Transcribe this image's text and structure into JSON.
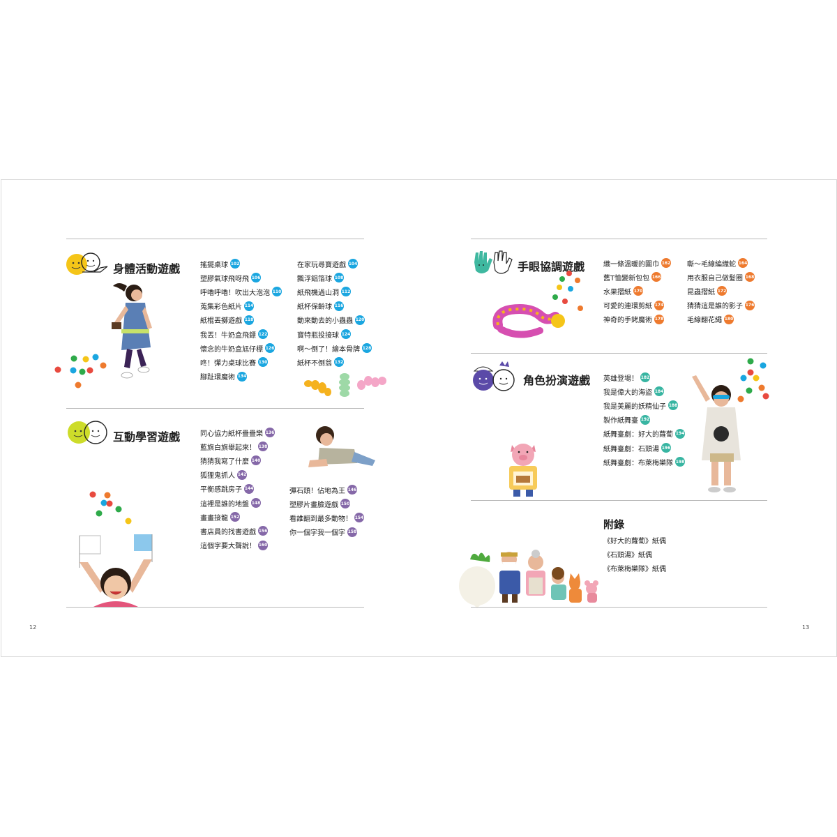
{
  "pages": {
    "left": "12",
    "right": "13"
  },
  "sections": {
    "body": {
      "title": "身體活動遊戲",
      "col1": [
        {
          "label": "搖擺桌球",
          "page": "102"
        },
        {
          "label": "塑膠氣球飛呀飛",
          "page": "106"
        },
        {
          "label": "呼嚕呼嚕！吹出大泡泡",
          "page": "110"
        },
        {
          "label": "蒐集彩色紙片",
          "page": "114"
        },
        {
          "label": "紙棍丟擲遊戲",
          "page": "118"
        },
        {
          "label": "我丟！牛奶盒飛鏢",
          "page": "122"
        },
        {
          "label": "懷念的牛奶盒尪仔標",
          "page": "126"
        },
        {
          "label": "咚！彈力桌球比賽",
          "page": "130"
        },
        {
          "label": "腳趾環魔術",
          "page": "134"
        }
      ],
      "col2": [
        {
          "label": "在家玩尋寶遊戲",
          "page": "104"
        },
        {
          "label": "飄浮鋁箔球",
          "page": "108"
        },
        {
          "label": "紙飛機過山洞",
          "page": "112"
        },
        {
          "label": "紙杯保齡球",
          "page": "116"
        },
        {
          "label": "動來動去的小蟲蟲",
          "page": "120"
        },
        {
          "label": "寶特瓶投接球",
          "page": "124"
        },
        {
          "label": "啊～倒了！繪本骨牌",
          "page": "128"
        },
        {
          "label": "紙杯不倒翁",
          "page": "132"
        }
      ]
    },
    "interactive": {
      "title": "互動學習遊戲",
      "col1": [
        {
          "label": "同心協力紙杯疊疊樂",
          "page": "136"
        },
        {
          "label": "藍旗白旗舉起來！",
          "page": "138"
        },
        {
          "label": "猜猜我寫了什麼",
          "page": "140"
        },
        {
          "label": "狐狸鬼抓人",
          "page": "142"
        },
        {
          "label": "平衡感跳房子",
          "page": "144"
        },
        {
          "label": "這裡是誰的地盤",
          "page": "148"
        },
        {
          "label": "畫畫接龍",
          "page": "152"
        },
        {
          "label": "書店員的找書遊戲",
          "page": "156"
        },
        {
          "label": "這個字要大聲說！",
          "page": "160"
        }
      ],
      "col2": [
        {
          "label": "彈石頭！佔地為王",
          "page": "146"
        },
        {
          "label": "塑膠片畫臉遊戲",
          "page": "150"
        },
        {
          "label": "看誰翻到最多動物！",
          "page": "154"
        },
        {
          "label": "你一個字我一個字",
          "page": "158"
        }
      ]
    },
    "handeye": {
      "title": "手眼協調遊戲",
      "col1": [
        {
          "label": "織一條溫暖的圍巾",
          "page": "162"
        },
        {
          "label": "舊T恤變新包包",
          "page": "166"
        },
        {
          "label": "水果摺紙",
          "page": "170"
        },
        {
          "label": "可愛的連環剪紙",
          "page": "174"
        },
        {
          "label": "神奇的手銬魔術",
          "page": "178"
        }
      ],
      "col2": [
        {
          "label": "嘶～毛線編織蛇",
          "page": "164"
        },
        {
          "label": "用衣服自己做髮圈",
          "page": "168"
        },
        {
          "label": "昆蟲摺紙",
          "page": "172"
        },
        {
          "label": "猜猜這是誰的影子",
          "page": "176"
        },
        {
          "label": "毛線翻花繩",
          "page": "180"
        }
      ]
    },
    "roleplay": {
      "title": "角色扮演遊戲",
      "col1": [
        {
          "label": "英雄登場！",
          "page": "182"
        },
        {
          "label": "我是偉大的海盜",
          "page": "184"
        },
        {
          "label": "我是美麗的妖精仙子",
          "page": "188"
        },
        {
          "label": "製作紙舞臺",
          "page": "192"
        },
        {
          "label": "紙舞臺劇：好大的蘿蔔",
          "page": "194"
        },
        {
          "label": "紙舞臺劇：石頭湯",
          "page": "196"
        },
        {
          "label": "紙舞臺劇：布萊梅樂隊",
          "page": "198"
        }
      ]
    },
    "appendix": {
      "title": "附錄",
      "items": [
        "《好大的蘿蔔》紙偶",
        "《石頭湯》紙偶",
        "《布萊梅樂隊》紙偶"
      ]
    }
  },
  "colors": {
    "blue": "#1aa6e0",
    "purple": "#8568a8",
    "orange": "#ee7a2e",
    "teal": "#38b5a2"
  }
}
